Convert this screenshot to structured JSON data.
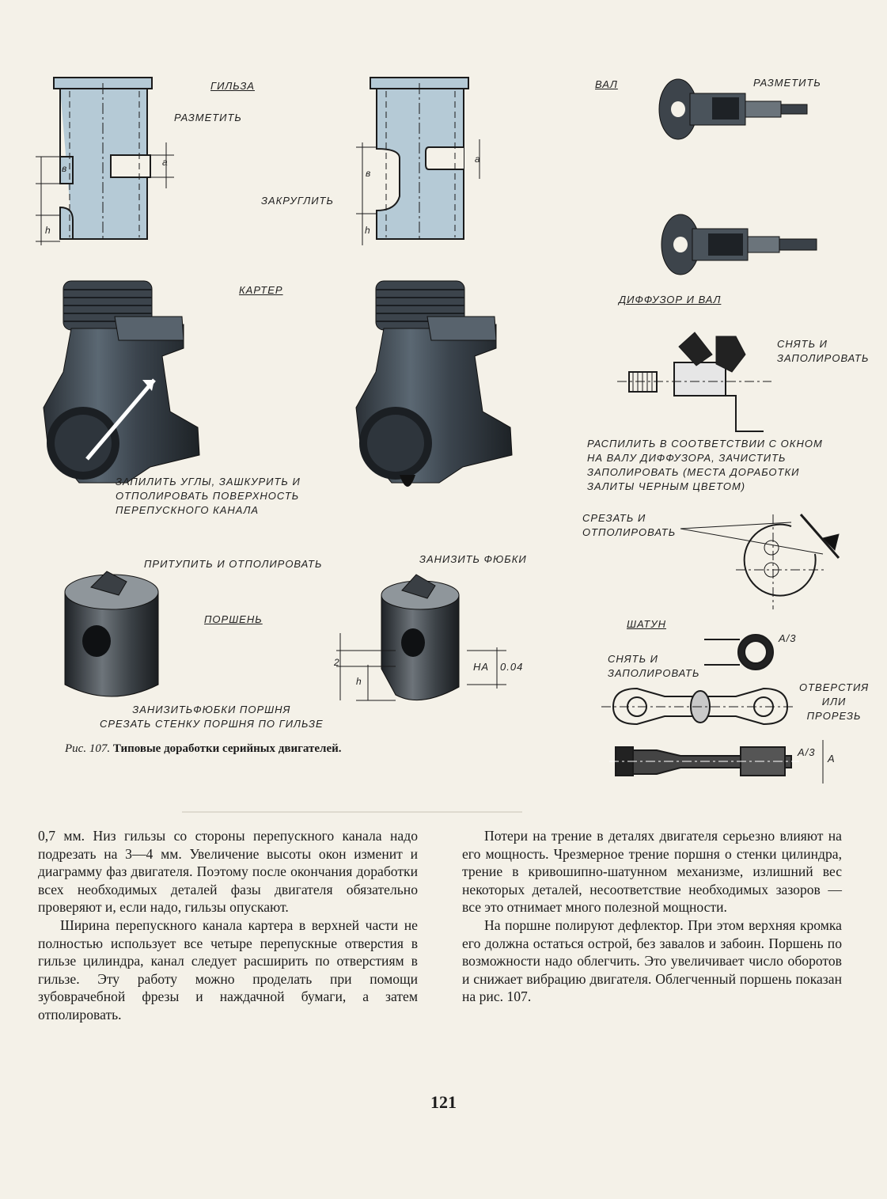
{
  "figure": {
    "labels": {
      "gilza": "ГИЛЬЗА",
      "razmetit_1": "РАЗМЕТИТЬ",
      "zakruglit": "ЗАКРУГЛИТЬ",
      "val": "ВАЛ",
      "razmetit_2": "РАЗМЕТИТЬ",
      "karter": "КАРТЕР",
      "diffuzor_i_val": "ДИФФУЗОР И ВАЛ",
      "snyat_1": "СНЯТЬ И\nЗАПОЛИРОВАТЬ",
      "raspilit": "РАСПИЛИТЬ В СООТВЕТСТВИИ С ОКНОМ\nНА ВАЛУ ДИФФУЗОРА, ЗАЧИСТИТЬ\nЗАПОЛИРОВАТЬ (МЕСТА ДОРАБОТКИ\nЗАЛИТЫ ЧЕРНЫМ ЦВЕТОМ)",
      "zapilit": "ЗАПИЛИТЬ УГЛЫ, ЗАШКУРИТЬ И\nОТПОЛИРОВАТЬ ПОВЕРХНОСТЬ\nПЕРЕПУСКНОГО КАНАЛА",
      "srezat": "СРЕЗАТЬ И\nОТПОЛИРОВАТЬ",
      "pritupit": "ПРИТУПИТЬ И ОТПОЛИРОВАТЬ",
      "zanizit_yubki": "ЗАНИЗИТЬ ФЮБКИ",
      "porshen": "ПОРШЕНЬ",
      "shatun": "ШАТУН",
      "snyat_2": "СНЯТЬ И\nЗАПОЛИРОВАТЬ",
      "otverstiya": "ОТВЕРСТИЯ\nИЛИ\nПРОРЕЗЬ",
      "zanizit_bottom": "ЗАНИЗИТЬФЮБКИ ПОРШНЯ\nСРЕЗАТЬ СТЕНКУ ПОРШНЯ ПО ГИЛЬЗЕ",
      "dim_b": "в",
      "dim_a": "а",
      "dim_h": "h",
      "dim_2": "2",
      "dim_ha": "НА",
      "dim_004": "0.04",
      "dim_a3": "A/3",
      "dim_A": "A"
    },
    "caption_prefix": "Рис. 107.",
    "caption_text": "Типовые доработки серийных двигателей.",
    "colors": {
      "paper": "#f4f1e8",
      "liner_fill": "#b5cad6",
      "metal_dark": "#3e4852",
      "ink": "#1b1b1b"
    }
  },
  "text": {
    "left_p1": "0,7 мм. Низ гильзы со стороны перепускного канала надо подрезать на 3—4 мм. Увеличение высоты окон изменит и диаграмму фаз двигателя. Поэтому после окончания доработки всех необходимых деталей фазы двигателя обязательно проверяют и, если надо, гильзы опускают.",
    "left_p2": "Ширина перепускного канала картера в верхней части не полностью использует все четыре перепускные отверстия в гильзе цилиндра, канал следует расширить по отверстиям в гильзе. Эту работу можно проделать при помощи зубоврачебной фрезы и наждачной бумаги, а затем отполировать.",
    "right_p1": "Потери на трение в деталях двигателя серьезно влияют на его мощность. Чрезмерное трение поршня о стенки цилиндра, трение в кривошипно-шатунном механизме, излишний вес некоторых деталей, несоответствие необходимых зазоров — все это отнимает много полезной мощности.",
    "right_p2": "На поршне полируют дефлектор. При этом верхняя кромка его должна остаться острой, без завалов и забоин. Поршень по возможности надо облегчить. Это увеличивает число оборотов и снижает вибрацию двигателя. Облегченный поршень показан на рис. 107."
  },
  "page_number": "121"
}
